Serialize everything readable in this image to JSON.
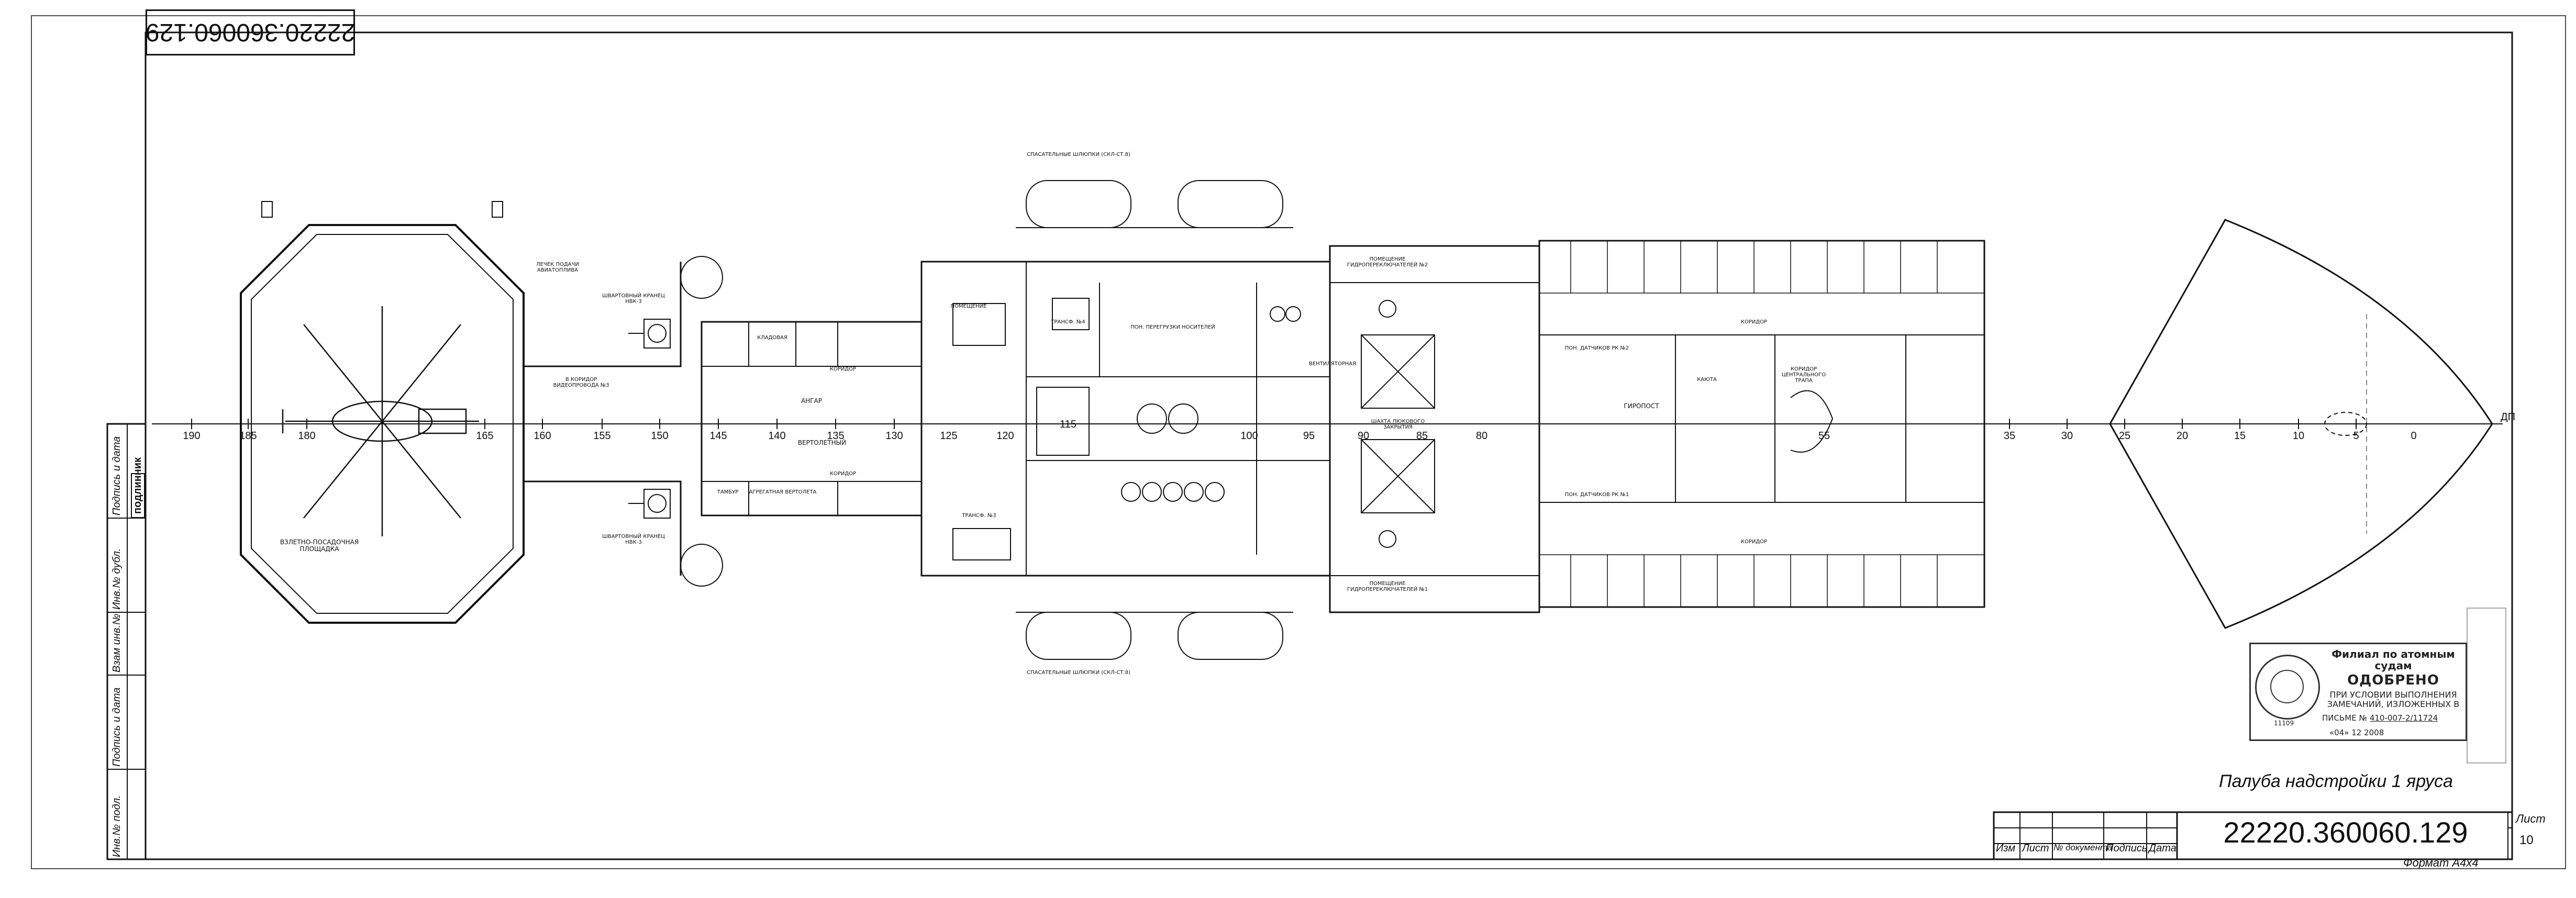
{
  "drawing": {
    "code_rotated": "22220.360060.129",
    "code": "22220.360060.129",
    "deck_title": "Палуба надстройки 1 яруса",
    "sheet_label": "Лист",
    "sheet_number": "10",
    "format": "Формат А4х4",
    "title_block_headers": [
      "Изм",
      "Лист",
      "№ документа",
      "Подпись",
      "Дата"
    ],
    "side_cells": [
      "Подпись и дата",
      "Инв.№ дубл.",
      "Взам инв.№",
      "Подпись и дата",
      "Инв.№ подл."
    ],
    "side_stamp": "подлинник"
  },
  "stamp": {
    "org": "Филиал по атомным судам",
    "approved": "ОДОБРЕНО",
    "condition": "ПРИ УСЛОВИИ ВЫПОЛНЕНИЯ ЗАМЕЧАНИЙ, ИЗЛОЖЕННЫХ В",
    "letter_label": "ПИСЬМЕ №",
    "letter_value": "410-007-2/11724",
    "letter_date": "«04» 12 2008",
    "seal_number": "11109"
  },
  "frame_ticks": [
    "190",
    "185",
    "180",
    "165",
    "160",
    "155",
    "150",
    "145",
    "140",
    "135",
    "130",
    "125",
    "120",
    "115",
    "100",
    "95",
    "90",
    "85",
    "80",
    "55",
    "35",
    "30",
    "25",
    "20",
    "15",
    "10",
    "5",
    "0",
    "ДП"
  ],
  "rooms": {
    "helipad": "ВЗЛЕТНО-ПОСАДОЧНАЯ ПЛОЩАДКА",
    "fuel": "ЛЕЧЕК ПОДАЧИ АВИАТОПЛИВА",
    "fender_top": "ШВАРТОВНЫЙ КРАНЕЦ НВК-3",
    "fender_bottom": "ШВАРТОВНЫЙ КРАНЕЦ НВК-3",
    "pipe": "В КОРИДОР ВИДЕОПРОВОДА №3",
    "hangar": "АНГАР",
    "heli_hangar": "ВЕРТОЛЕТНЫЙ",
    "corridor_hangar": "КОРИДОР",
    "corridor_hangar_b": "КОРИДОР",
    "lifeboats_top": "СПАСАТЕЛЬНЫЕ ШЛЮПКИ (СКЛ-СТ.8)",
    "lifeboats_bottom": "СПАСАТЕЛЬНЫЕ ШЛЮПКИ (СКЛ-СТ.8)",
    "gyro": "ГИРОПОСТ",
    "corridor_main": "КОРИДОР",
    "corridor_low": "КОРИДОР",
    "hydro_top": "ПОМЕЩЕНИЕ ГИДРОПЕРЕКЛЮЧАТЕЛЕЙ №2",
    "hydro_bottom": "ПОМЕЩЕНИЕ ГИДРОПЕРЕКЛЮЧАТЕЛЕЙ №1",
    "fan_room": "ВЕНТИЛЯТОРНАЯ",
    "bow_shaft": "ШАХТА ЛЮКОВОГО ЗАКРЫТИЯ",
    "trans": "ТРАНСФ. №4",
    "trans2": "ТРАНСФ. №3",
    "engine": "ПОН. ПЕРЕГРУЗКИ НОСИТЕЛЕЙ",
    "pantry": "ПОМЕЩЕНИЕ",
    "store": "КЛАДОВАЯ",
    "cabin": "КАЮТА",
    "tambour": "ТАМБУР",
    "agr": "АГРЕГАТНАЯ ВЕРТОЛЕТА",
    "control": "ПОН. ДАТЧИКОВ РК №2",
    "control1": "ПОН. ДАТЧИКОВ РК №1",
    "central": "КОРИДОР ЦЕНТРАЛЬНОГО ТРАПА"
  }
}
